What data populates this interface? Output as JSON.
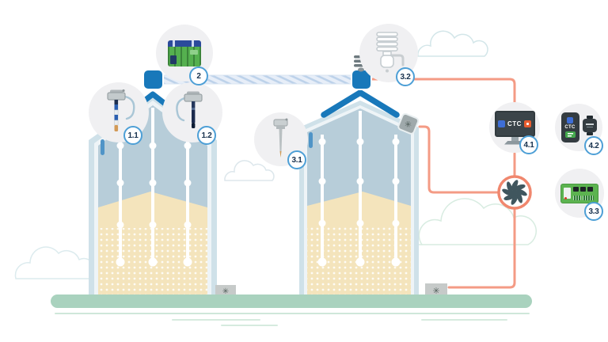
{
  "callouts": {
    "c2": {
      "label": "2",
      "icon": "telemetry-interface-module-icon"
    },
    "c32": {
      "label": "3.2",
      "icon": "outdoor-weather-sensor-icon"
    },
    "c11": {
      "label": "1.1",
      "icon": "temperature-moisture-cable-sensor-icon"
    },
    "c12": {
      "label": "1.2",
      "icon": "temperature-cable-sensor-icon"
    },
    "c31": {
      "label": "3.1",
      "icon": "handheld-spear-probe-icon"
    },
    "c41": {
      "label": "4.1",
      "icon": "desktop-software-icon",
      "screen_text": "CTC"
    },
    "c42": {
      "label": "4.2",
      "icon": "mobile-app-and-watch-icon",
      "phone_text": "CTC"
    },
    "c33": {
      "label": "3.3",
      "icon": "fan-controller-module-icon"
    }
  },
  "icons": {
    "aeration_fan_glyph": "✳"
  },
  "scene_icons": {
    "node": "cable-junction-box-icon",
    "antenna": "antenna-icon",
    "roof_vent": "roof-exhaust-fan-icon",
    "base_fan": "aeration-fan-box-icon",
    "fan_symbol": "ventilation-fan-icon"
  },
  "colors": {
    "accent_blue": "#1878ba",
    "connector_orange": "#f49b85",
    "fan_ring": "#f0876e",
    "fan_rotor": "#40565e",
    "silo_shell": "#cfe1e9",
    "silo_interior": "#b7cdd9",
    "grain": "#f4e4bc",
    "ground_green": "#a9d2be",
    "callout_bg": "#f0f0f2",
    "badge_border": "#4d9fd6",
    "badge_text": "#16304d",
    "pcb_green": "#55b04f",
    "screen_dark": "#3b4449"
  }
}
